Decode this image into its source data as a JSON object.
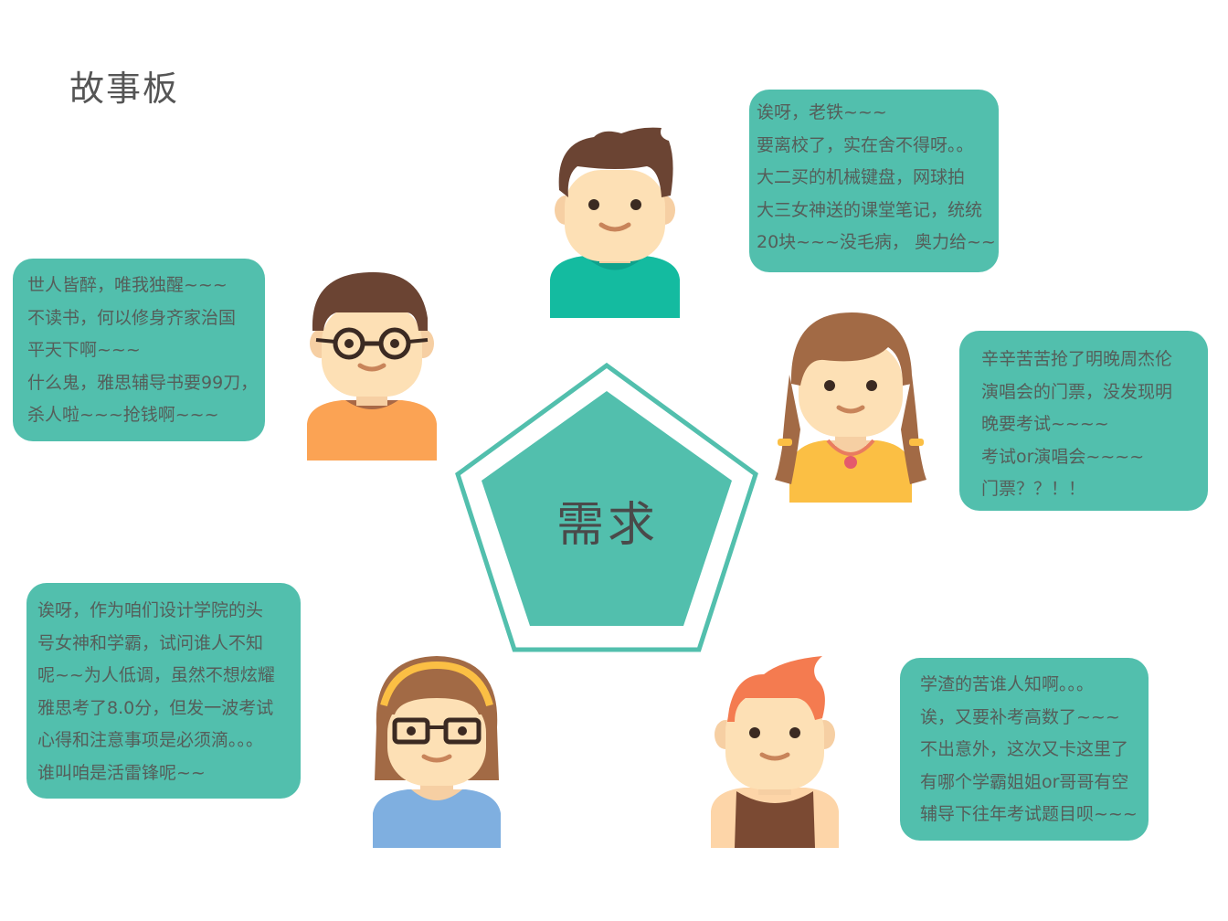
{
  "title": "故事板",
  "center": {
    "label": "需求"
  },
  "colors": {
    "bubble": "#52bfad",
    "pentagon": "#52bfad",
    "text": "#555e5a"
  },
  "bubbles": [
    {
      "id": "top",
      "lines": [
        "诶呀，老铁~~~",
        "要离校了，实在舍不得呀。。",
        "大二买的机械键盘，网球拍",
        "大三女神送的课堂笔记，统统",
        "20块~~~没毛病， 奥力给~~"
      ]
    },
    {
      "id": "left",
      "lines": [
        "世人皆醉，唯我独醒~~~",
        "不读书，何以修身齐家治国",
        "平天下啊~~~",
        "什么鬼，雅思辅导书要99刀，",
        "杀人啦~~~抢钱啊~~~"
      ]
    },
    {
      "id": "right",
      "lines": [
        "辛辛苦苦抢了明晚周杰伦",
        "演唱会的门票，没发现明",
        "晚要考试~~~~",
        "考试or演唱会~~~~",
        "门票？？！！"
      ]
    },
    {
      "id": "bottom-left",
      "lines": [
        "诶呀，作为咱们设计学院的头",
        "号女神和学霸，试问谁人不知",
        "呢~~为人低调，虽然不想炫耀",
        "雅思考了8.0分，但发一波考试",
        "心得和注意事项是必须滴。。。",
        "谁叫咱是活雷锋呢~~"
      ]
    },
    {
      "id": "bottom-right",
      "lines": [
        "学渣的苦谁人知啊。。。",
        "诶，又要补考高数了~~~",
        "不出意外，这次又卡这里了",
        "有哪个学霸姐姐or哥哥有空",
        "辅导下往年考试题目呗~~~"
      ]
    }
  ],
  "avatars": [
    {
      "id": "boy-green",
      "icon": "boy-avatar-icon"
    },
    {
      "id": "boy-glasses",
      "icon": "boy-glasses-avatar-icon"
    },
    {
      "id": "girl-braids",
      "icon": "girl-braids-avatar-icon"
    },
    {
      "id": "girl-glasses",
      "icon": "girl-glasses-avatar-icon"
    },
    {
      "id": "boy-redhair",
      "icon": "boy-redhair-avatar-icon"
    }
  ]
}
